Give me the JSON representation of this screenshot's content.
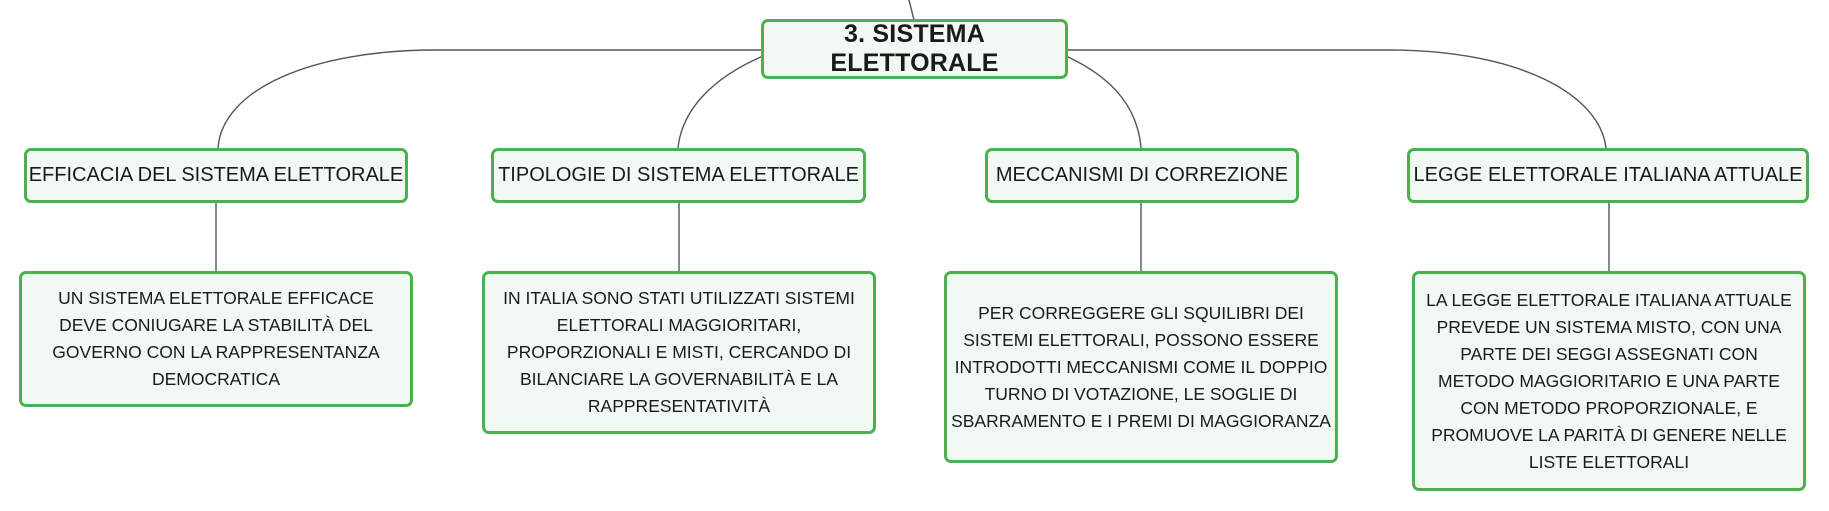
{
  "root": {
    "label": "3. SISTEMA ELETTORALE"
  },
  "branches": [
    {
      "label": "EFFICACIA DEL SISTEMA ELETTORALE",
      "detail": "UN SISTEMA ELETTORALE EFFICACE DEVE CONIUGARE LA STABILITÀ DEL GOVERNO CON LA RAPPRESENTANZA DEMOCRATICA"
    },
    {
      "label": "TIPOLOGIE DI SISTEMA ELETTORALE",
      "detail": "IN ITALIA SONO STATI UTILIZZATI SISTEMI ELETTORALI MAGGIORITARI, PROPORZIONALI E MISTI, CERCANDO DI BILANCIARE LA GOVERNABILITÀ E LA RAPPRESENTATIVITÀ"
    },
    {
      "label": "MECCANISMI DI CORREZIONE",
      "detail": "PER CORREGGERE GLI SQUILIBRI DEI SISTEMI ELETTORALI, POSSONO ESSERE INTRODOTTI MECCANISMI COME IL DOPPIO TURNO DI VOTAZIONE, LE SOGLIE DI SBARRAMENTO E I PREMI DI MAGGIORANZA"
    },
    {
      "label": "LEGGE ELETTORALE ITALIANA ATTUALE",
      "detail": "LA LEGGE ELETTORALE ITALIANA ATTUALE PREVEDE UN SISTEMA MISTO, CON UNA PARTE DEI SEGGI ASSEGNATI CON METODO MAGGIORITARIO E UNA PARTE CON METODO PROPORZIONALE, E PROMUOVE LA PARITÀ DI GENERE NELLE LISTE ELETTORALI"
    }
  ]
}
